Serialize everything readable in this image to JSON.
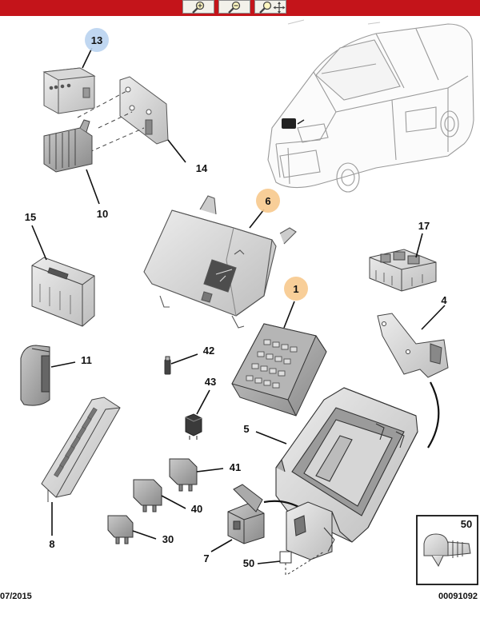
{
  "toolbar": {
    "buttons": [
      {
        "name": "zoom-in-button",
        "icon": "magnifier-plus-icon"
      },
      {
        "name": "zoom-out-button",
        "icon": "magnifier-minus-icon"
      },
      {
        "name": "pan-zoom-button",
        "icon": "magnifier-move-icon"
      }
    ]
  },
  "colors": {
    "header": "#c4141a",
    "highlight_orange": "#f7c98d",
    "highlight_blue": "#b9d3f0"
  },
  "callouts": {
    "c13": "13",
    "c14": "14",
    "c10": "10",
    "c6": "6",
    "c15": "15",
    "c17": "17",
    "c1": "1",
    "c4": "4",
    "c11": "11",
    "c42": "42",
    "c43": "43",
    "c5": "5",
    "c41": "41",
    "c40": "40",
    "c30": "30",
    "c8": "8",
    "c7": "7",
    "c50a": "50",
    "c50b": "50"
  },
  "footer": {
    "date": "07/2015",
    "ref": "00091092"
  }
}
